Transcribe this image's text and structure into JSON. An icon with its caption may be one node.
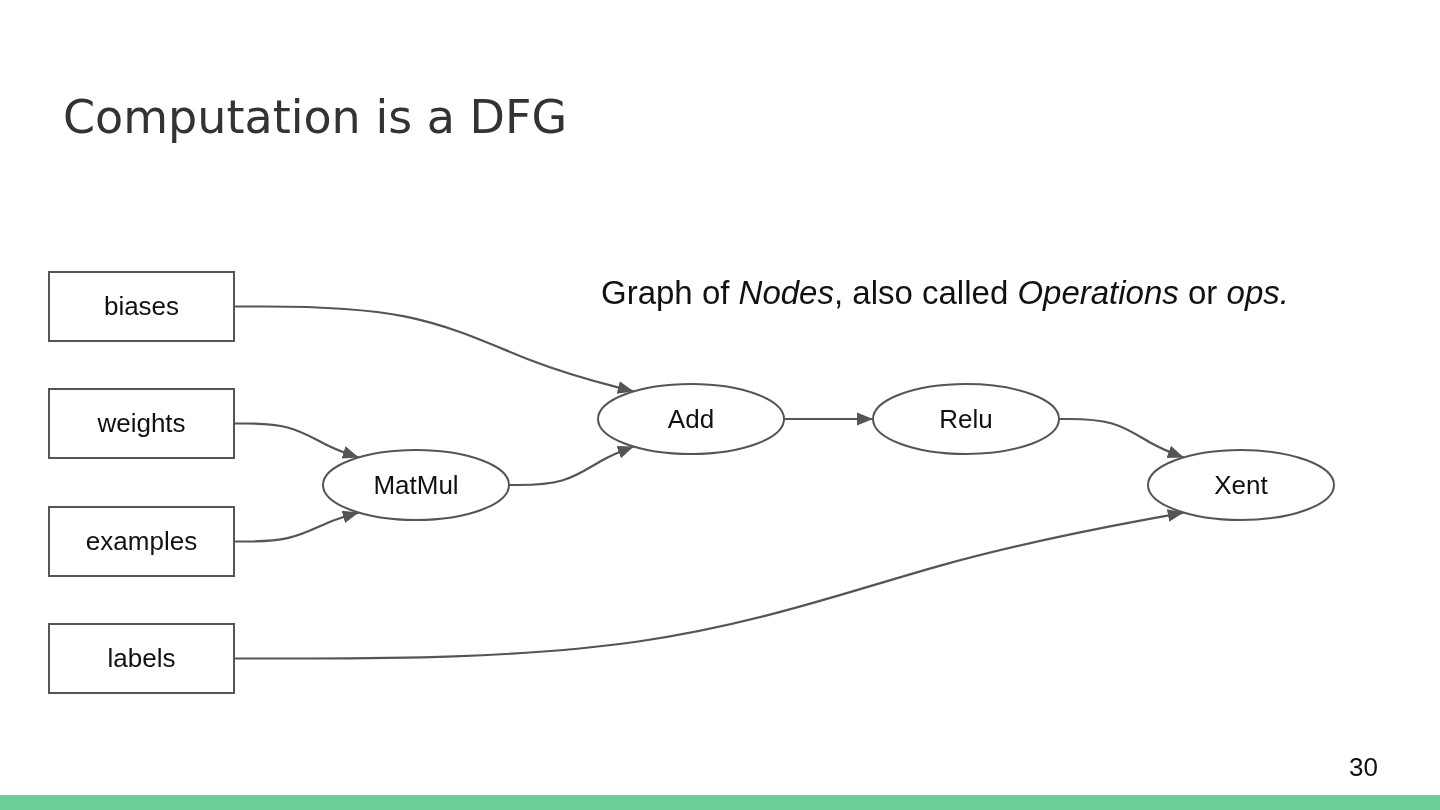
{
  "diagram": {
    "title": "Computation is a DFG",
    "nodes": [
      {
        "text": [
          "biases"
        ]
      },
      {
        "text": [
          "weights"
        ]
      },
      {
        "text": [
          "examples"
        ]
      },
      {
        "text": [
          "labels"
        ]
      },
      {
        "text": [
          "MatMul"
        ]
      },
      {
        "text": [
          "Add"
        ]
      },
      {
        "text": [
          "Relu"
        ]
      },
      {
        "text": [
          "Xent"
        ]
      }
    ],
    "edges": [
      {
        "from": 0,
        "to": 5,
        "arrow": "to"
      },
      {
        "from": 1,
        "to": 4,
        "arrow": "to"
      },
      {
        "from": 2,
        "to": 4,
        "arrow": "to"
      },
      {
        "from": 4,
        "to": 5,
        "arrow": "to"
      },
      {
        "from": 5,
        "to": 6,
        "arrow": "to"
      },
      {
        "from": 6,
        "to": 7,
        "arrow": "to"
      },
      {
        "from": 3,
        "to": 7,
        "arrow": "to"
      }
    ],
    "labels": [
      "Graph of *Nodes*, also called *Operations* or *ops.*",
      "30"
    ]
  }
}
